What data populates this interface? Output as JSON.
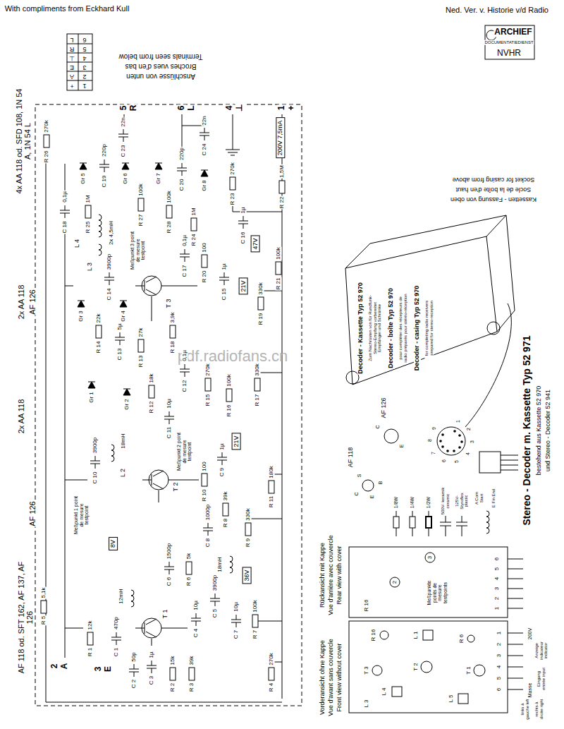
{
  "diagram": {
    "nodes": [
      {
        "text": [
          "200V 7,5mA"
        ]
      },
      {
        "text": [
          "47V"
        ]
      },
      {
        "text": [
          "21V"
        ]
      },
      {
        "text": [
          "21V"
        ]
      },
      {
        "text": [
          "8V"
        ]
      },
      {
        "text": [
          "36V"
        ]
      }
    ],
    "labels": [
      "With compliments from Eckhard Kull",
      "Ned. Ver. v. Historie v/d Radio",
      "ARCHIEF",
      "DOCUMENTATIEDIENST",
      "NVHR",
      "pdf.radiofans.cn",
      "Terminals seen from below",
      "Broches vues d'en bas",
      "Anschlüsse von unten",
      "6",
      "L",
      "5",
      "R",
      "4",
      "⊥",
      "3",
      "E",
      "2",
      "A",
      "1",
      "+",
      "4x AA 118 od. SFD 108, 1N 54 A, 1N 54 L",
      "2x AA 118",
      "AF 126",
      "2x AA 118",
      "AF 126",
      "AF 118 od. SFT 162, AF 137, AF 126",
      "5",
      "R",
      "6",
      "L",
      "4",
      "⊥",
      "1",
      "+",
      "2",
      "A",
      "3",
      "E",
      "R 26",
      "270k",
      "C 23",
      "22n",
      "C 24",
      "22n",
      "Gr 5",
      "C 19",
      "220p",
      "Gr 6",
      "Gr 7",
      "C 20",
      "220p",
      "Gr 8",
      "R 27",
      "100k",
      "R 28",
      "100k",
      "R 25",
      "1M",
      "C 18",
      "0,1µ",
      "R 24",
      "1M",
      "R 23",
      "270k",
      "R 22",
      "1,5M",
      "C 16",
      "1µ",
      "Meßpunkt 3 point de mesure testpoint",
      "C 17",
      "0,1µ",
      "L 4",
      "2x 4,5mH",
      "L 3",
      "C 14",
      "3900p",
      "Gr 3",
      "Gr 4",
      "T 3",
      "R 20",
      "100",
      "C 15",
      "1µ",
      "R 19",
      "330k",
      "R 21",
      "100k",
      "C 13",
      "5µ",
      "R 14",
      "22k",
      "R 13",
      "27k",
      "R 18",
      "3,9k",
      "C 12",
      "0,1µ",
      "R 12",
      "18k",
      "C 11",
      "10µ",
      "Gr 1",
      "Gr 2",
      "Meßpunkt 2 point de mesure testpoint",
      "R 15",
      "270k",
      "R 16",
      "100k",
      "R 17",
      "330k",
      "C 10",
      "3900p",
      "L 2",
      "18mH",
      "T 2",
      "Meßpunkt 1 point de mesure testpoint",
      "R 10",
      "100",
      "C 9",
      "1µ",
      "R 8",
      "39k",
      "R 9",
      "330k",
      "R 11",
      "180k",
      "R 5",
      "5,1k",
      "C 1",
      "470p",
      "12mH",
      "C 2",
      "50p",
      "C 3",
      "1µ",
      "R 1",
      "12k",
      "R 2",
      "15k",
      "R 3",
      "39k",
      "T 1",
      "C 4",
      "10µ",
      "C 5",
      "3900p",
      "18mH",
      "C 6",
      "1500p",
      "R 6",
      "5k",
      "C 8",
      "1000p",
      "C 7",
      "10µ",
      "R 7",
      "100k",
      "R 4",
      "270k",
      "Decoder - Kassette Typ 52 970",
      "Zum Nachrüsten von für Rundfunk-Stereo-Empfang vorbereitet Empfänger und Schränke",
      "Decoder - boîte Typ 52 970",
      "pour compléter des récepteurs de radio préparés pour stéréo-réception",
      "Decoder - casing Typ 52 970",
      "for completing radio receivers prepared for stereo-reception",
      "Kassetten - Fassung von oben",
      "Socle de la boîte d'en haut",
      "Socket for casing from above",
      "Stereo - Decoder m. Kassette Typ 52 971",
      "bestehend aus Kassette 52 970",
      "und Stereo - Decoder 52 941",
      "1",
      "2",
      "3",
      "4",
      "5",
      "6",
      "7",
      "8",
      "9",
      "AF 126",
      "C",
      "E",
      "AF 118",
      "C",
      "S",
      "B",
      "E",
      "1/8W",
      "1/4W",
      "1/2W",
      "500V- keramik ceramic",
      "125V- Styroflex plastic",
      "A Com Start",
      "E Fin End",
      "Rückansicht mit Kappe",
      "Vue d'arrière avec couvercle",
      "Rear view with cover",
      "1",
      "2",
      "3",
      "4",
      "5",
      "6",
      "Meßpunkte points de mesure testpoints",
      "2",
      "3",
      "R 16",
      "Vorderansicht ohne Kappe",
      "Vue d'avant sans couvercle",
      "Front view without cover",
      "R 16",
      "L 1",
      "R 6",
      "T 2",
      "T 1",
      "T 3",
      "L 4",
      "L 3",
      "L 5",
      "1",
      "2",
      "3",
      "4",
      "5",
      "6",
      "200V",
      "Anzeige indicateur indicator",
      "Eingang entrée input",
      "Masse",
      "links à gauche left",
      "rechts à droite right"
    ]
  }
}
